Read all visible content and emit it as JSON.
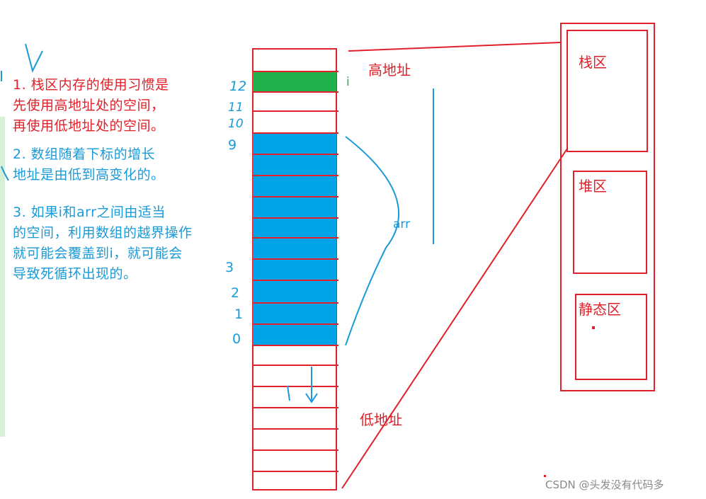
{
  "notes": {
    "note1": "1. 栈区内存的使用习惯是\n先使用高地址处的空间，\n再使用低地址处的空间。",
    "note2": "2. 数组随着下标的增长\n地址是由低到高变化的。",
    "note3": "3. 如果i和arr之间由适当\n的空间，利用数组的越界操作\n就可能会覆盖到i，就可能会\n导致死循环出现的。"
  },
  "labels": {
    "high_address": "高地址",
    "low_address": "低地址",
    "var_i": "i",
    "var_arr": "arr"
  },
  "indices": {
    "idx12": "12",
    "idx11": "11",
    "idx10": "10",
    "idx9": "9",
    "idx3": "3",
    "idx2": "2",
    "idx1": "1",
    "idx0": "0"
  },
  "memory_regions": {
    "stack": "栈区",
    "heap": "堆区",
    "static": "静态区"
  },
  "colors": {
    "red": "#e0202a",
    "blue": "#1a9ad8",
    "green": "#22b14c",
    "array_fill": "#00a2e8"
  },
  "watermark": "CSDN @头发没有代码多"
}
